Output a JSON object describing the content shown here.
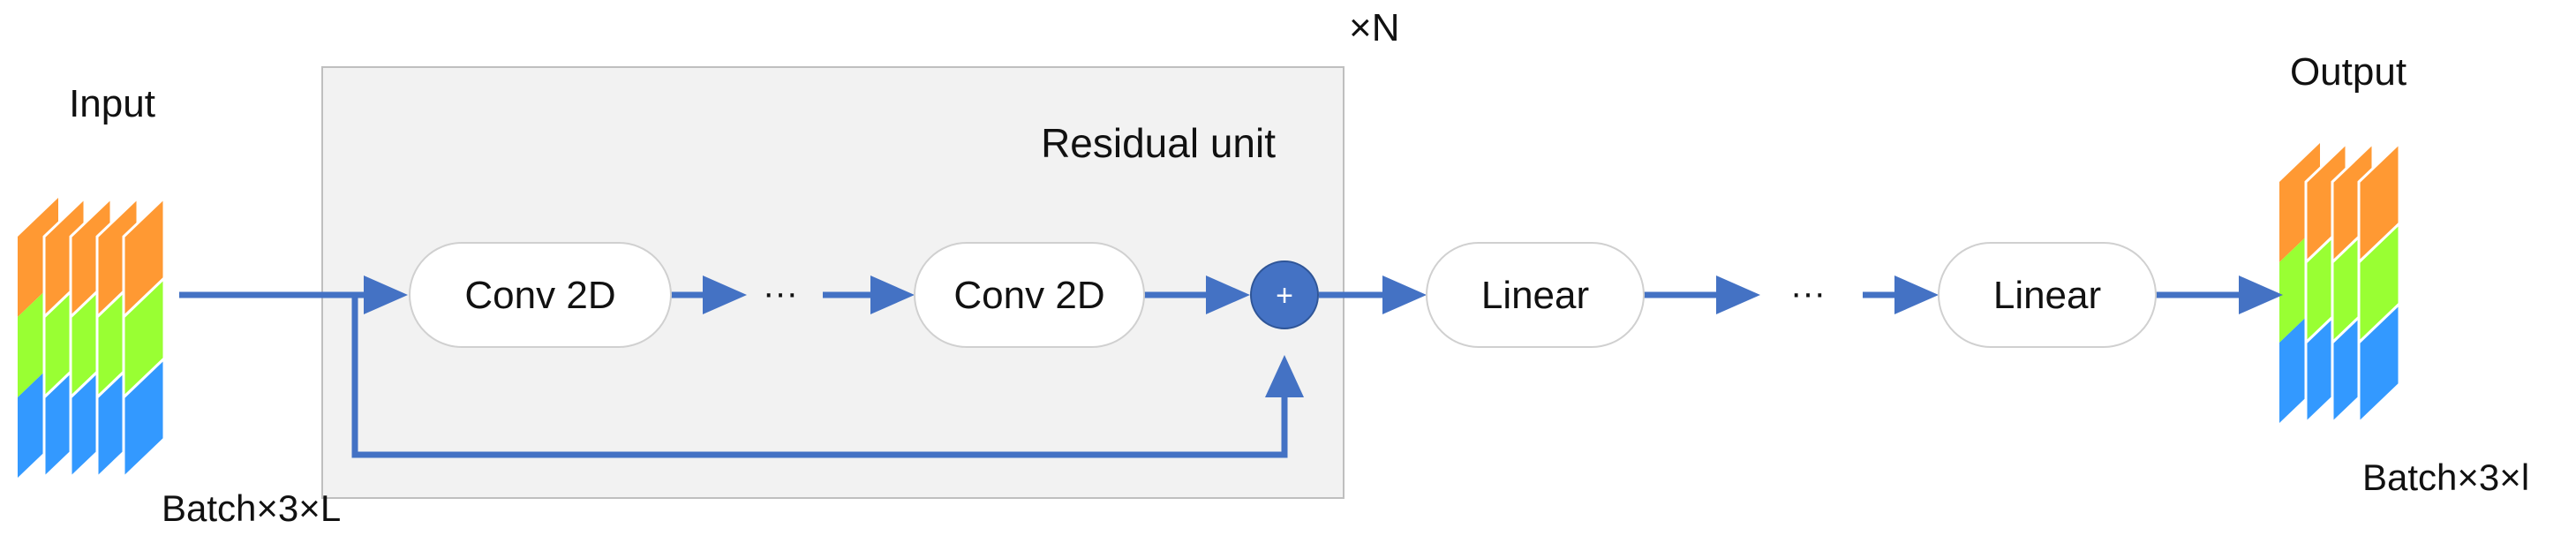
{
  "labels": {
    "input": "Input",
    "output": "Output",
    "input_shape": "Batch×3×L",
    "output_shape": "Batch×3×l",
    "repeat": "×N",
    "residual_unit": "Residual unit",
    "ellipsis": "···"
  },
  "nodes": {
    "conv1": "Conv 2D",
    "conv2": "Conv 2D",
    "add": "+",
    "linear1": "Linear",
    "linear2": "Linear"
  },
  "colors": {
    "arrow": "#4472c4",
    "residual_bg": "#f2f2f2",
    "residual_border": "#bfbfbf",
    "adder_fill": "#4472c4",
    "layer_orange": "#ff9933",
    "layer_green": "#99ff33",
    "layer_blue": "#3399ff"
  },
  "icons": {
    "input_tensor": "stacked-tensor-icon",
    "output_tensor": "stacked-tensor-icon"
  }
}
